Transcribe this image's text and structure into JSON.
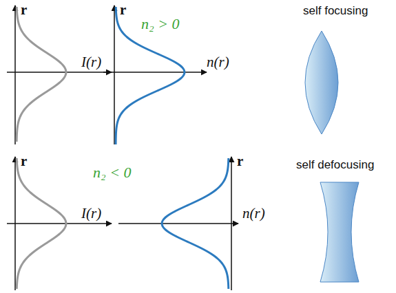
{
  "diagram": {
    "labels": [
      "r",
      "I(r)",
      "r",
      "n(r)",
      "n₂ > 0",
      "self focusing",
      "r",
      "I(r)",
      "r",
      "n(r)",
      "n₂ < 0",
      "self defocusing"
    ]
  }
}
